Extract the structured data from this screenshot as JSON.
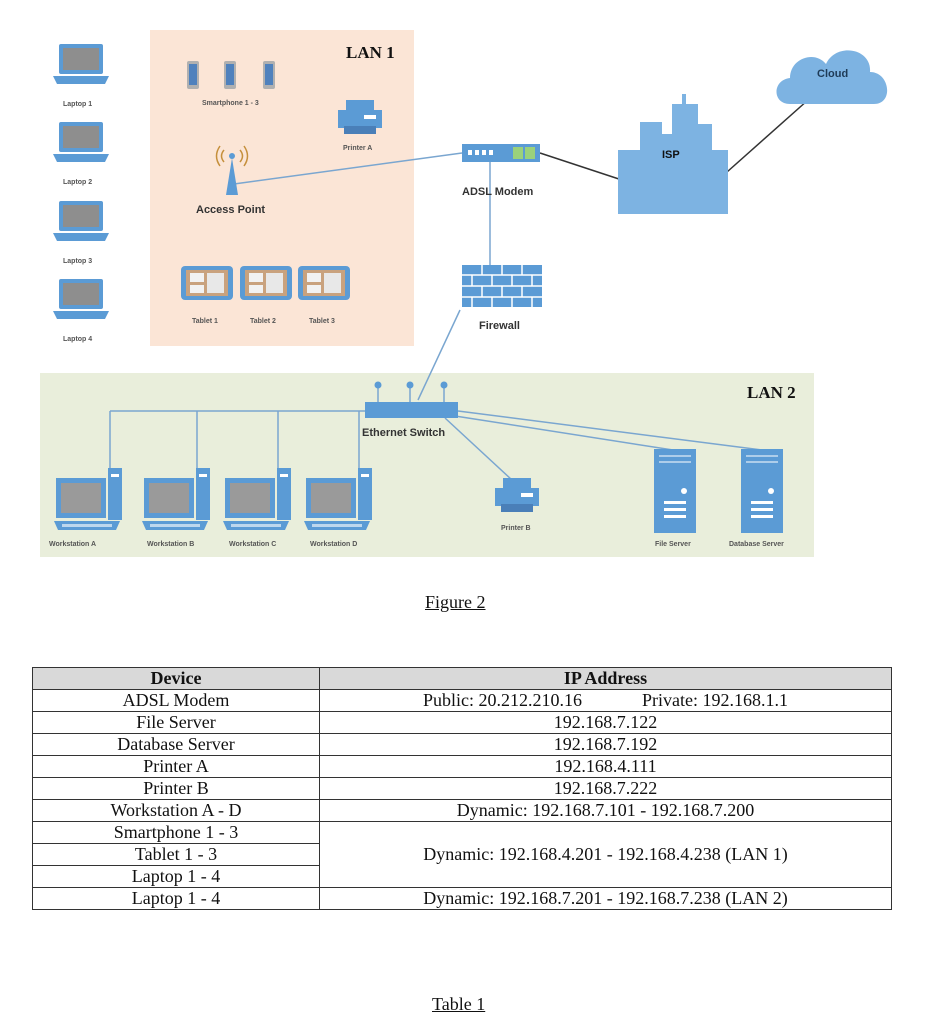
{
  "diagram": {
    "lan1_label": "LAN 1",
    "lan2_label": "LAN 2",
    "cloud": "Cloud",
    "isp": "ISP",
    "adsl_modem": "ADSL Modem",
    "firewall": "Firewall",
    "access_point": "Access Point",
    "ethernet_switch": "Ethernet Switch",
    "smartphones": "Smartphone 1 - 3",
    "printer_a": "Printer A",
    "printer_b": "Printer B",
    "laptops": [
      "Laptop 1",
      "Laptop 2",
      "Laptop 3",
      "Laptop 4"
    ],
    "tablets": [
      "Tablet 1",
      "Tablet 2",
      "Tablet 3"
    ],
    "workstations": [
      "Workstation A",
      "Workstation B",
      "Workstation C",
      "Workstation D"
    ],
    "file_server": "File Server",
    "database_server": "Database Server",
    "colors": {
      "lan1_bg": "#fbe5d6",
      "lan2_bg": "#e9eedb",
      "device_blue": "#5b9bd5",
      "link": "#7aa6d0"
    }
  },
  "figure_caption": "Figure 2",
  "table": {
    "headers": [
      "Device",
      "IP Address"
    ],
    "rows": [
      [
        "ADSL Modem",
        "Public: 20.212.210.16",
        "Private: 192.168.1.1"
      ],
      [
        "File Server",
        "192.168.7.122"
      ],
      [
        "Database Server",
        "192.168.7.192"
      ],
      [
        "Printer A",
        "192.168.4.111"
      ],
      [
        "Printer B",
        "192.168.7.222"
      ],
      [
        "Workstation A - D",
        "Dynamic: 192.168.7.101 - 192.168.7.200"
      ],
      [
        "Smartphone 1 - 3",
        "Dynamic: 192.168.4.201 - 192.168.4.238 (LAN 1)"
      ],
      [
        "Tablet 1 - 3"
      ],
      [
        "Laptop 1 - 4"
      ],
      [
        "Laptop 1 - 4",
        "Dynamic: 192.168.7.201 - 192.168.7.238 (LAN 2)"
      ]
    ]
  },
  "table_caption": "Table 1"
}
